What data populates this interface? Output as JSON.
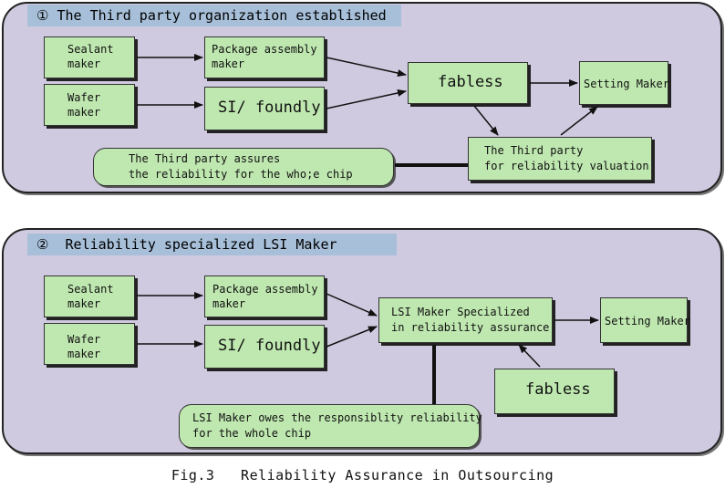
{
  "panel1": {
    "title": "① The Third party organization established",
    "sealant": [
      "Sealant",
      "maker"
    ],
    "wafer": [
      "Wafer",
      "maker"
    ],
    "package": [
      "Package assembly",
      "maker"
    ],
    "si": "SI/ foundly",
    "fabless": "fabless",
    "setting": "Setting Maker",
    "third_party": [
      "The Third party",
      "for reliability valuation"
    ],
    "note": [
      "The Third party assures",
      "the reliability for the who;e chip"
    ]
  },
  "panel2": {
    "title": "②  Reliability specialized LSI Maker",
    "sealant": [
      "Sealant",
      "maker"
    ],
    "wafer": [
      "Wafer",
      "maker"
    ],
    "package": [
      "Package assembly",
      "maker"
    ],
    "si": "SI/ foundly",
    "lsi": [
      "LSI Maker Specialized",
      "in reliability assurance"
    ],
    "setting": "Setting Maker",
    "fabless": "fabless",
    "note": [
      "LSI Maker owes the responsiblity reliability",
      "for the whole chip"
    ]
  },
  "caption": "Fig.3   Reliability Assurance in Outsourcing"
}
